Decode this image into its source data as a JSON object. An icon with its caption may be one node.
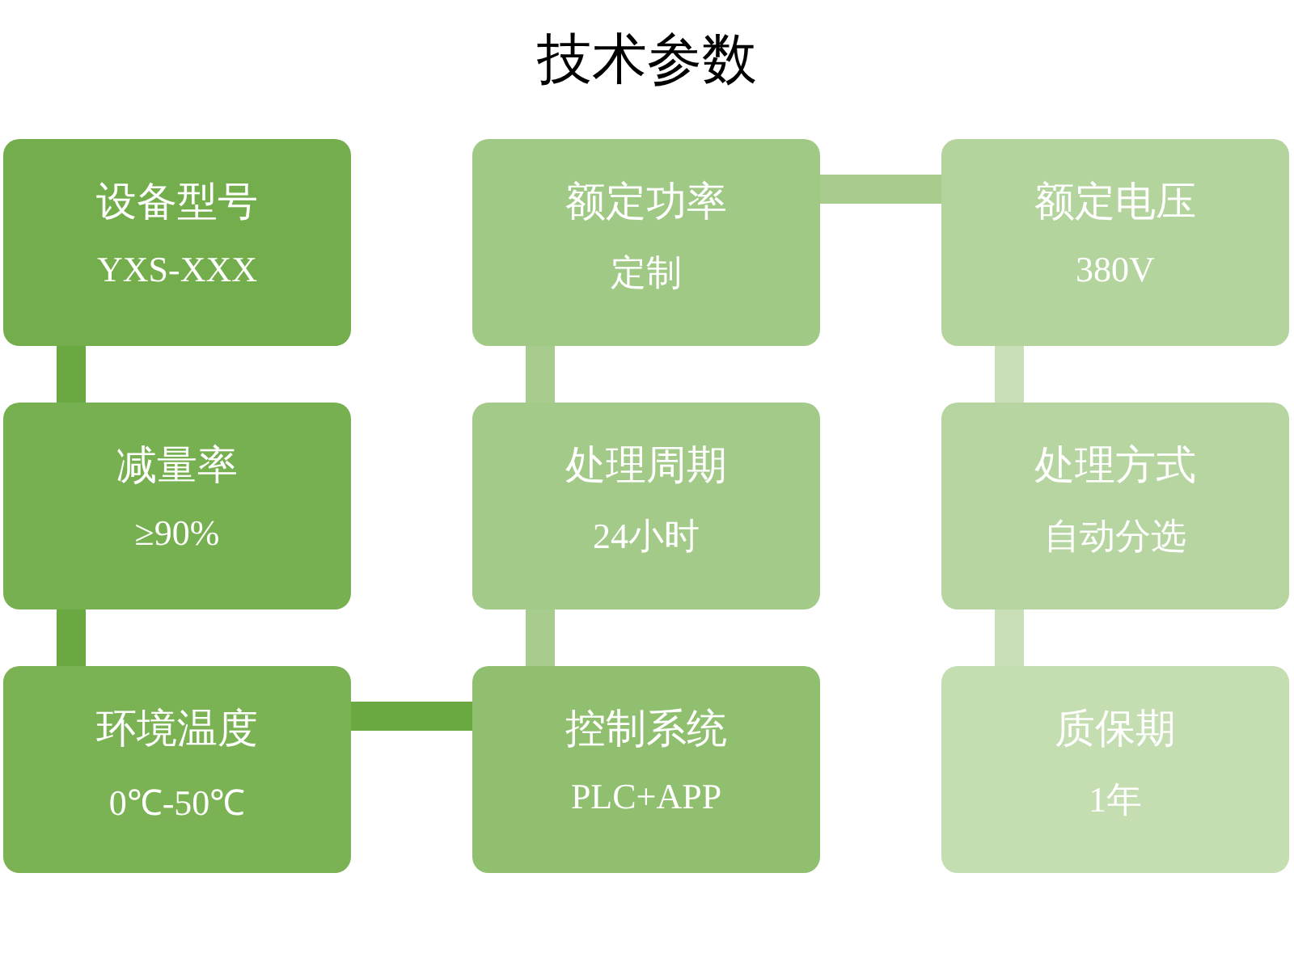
{
  "diagram": {
    "title": "技术参数",
    "nodes": [
      {
        "text": [
          "设备型号",
          "YXS-XXX"
        ]
      },
      {
        "text": [
          "额定功率",
          "定制"
        ]
      },
      {
        "text": [
          "额定电压",
          "380V"
        ]
      },
      {
        "text": [
          "减量率",
          "≥90%"
        ]
      },
      {
        "text": [
          "处理周期",
          "24小时"
        ]
      },
      {
        "text": [
          "处理方式",
          "自动分选"
        ]
      },
      {
        "text": [
          "环境温度",
          "0℃-50℃"
        ]
      },
      {
        "text": [
          "控制系统",
          "PLC+APP"
        ]
      },
      {
        "text": [
          "质保期",
          "1年"
        ]
      }
    ],
    "edges": [
      {
        "from": 0,
        "to": 3,
        "arrow": "none",
        "color": "#6aa842"
      },
      {
        "from": 3,
        "to": 6,
        "arrow": "none",
        "color": "#6aa842"
      },
      {
        "from": 6,
        "to": 7,
        "arrow": "none",
        "color": "#6aa842"
      },
      {
        "from": 7,
        "to": 4,
        "arrow": "none",
        "color": "#a8cc8d"
      },
      {
        "from": 4,
        "to": 1,
        "arrow": "none",
        "color": "#a8cc8d"
      },
      {
        "from": 1,
        "to": 2,
        "arrow": "none",
        "color": "#a8cc8d"
      },
      {
        "from": 2,
        "to": 5,
        "arrow": "none",
        "color": "#c9dfb8"
      },
      {
        "from": 5,
        "to": 8,
        "arrow": "none",
        "color": "#c9dfb8"
      }
    ]
  }
}
